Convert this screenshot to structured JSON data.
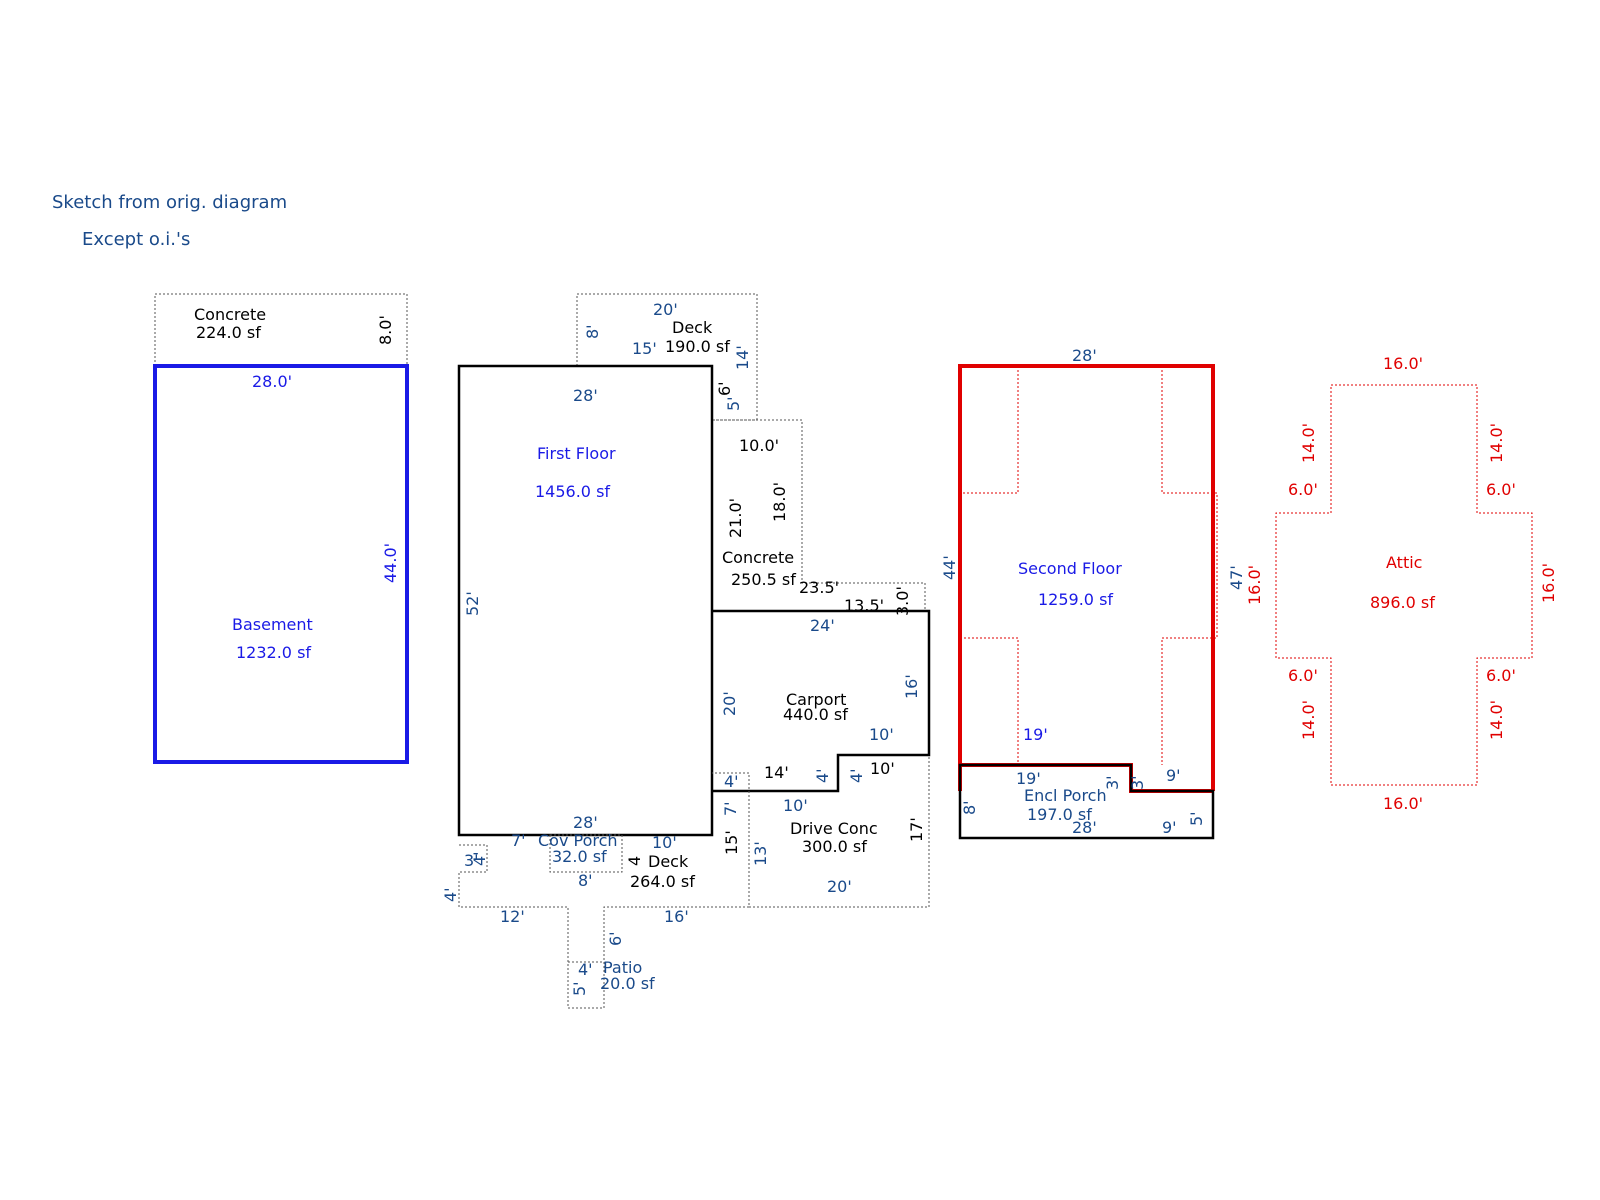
{
  "notes": {
    "line1": "Sketch from orig. diagram",
    "line2": "Except o.i.'s"
  },
  "colors": {
    "blue": "#1a1ae6",
    "dim_blue": "#1a4a8a",
    "red": "#e00000",
    "black": "#000000"
  },
  "areas": {
    "basement": {
      "name": "Basement",
      "area": "1232.0 sf"
    },
    "basement_concrete": {
      "name": "Concrete",
      "area": "224.0 sf"
    },
    "first_floor": {
      "name": "First Floor",
      "area": "1456.0 sf"
    },
    "deck_top": {
      "name": "Deck",
      "area": "190.0 sf"
    },
    "concrete_side": {
      "name": "Concrete",
      "area": "250.5 sf"
    },
    "carport": {
      "name": "Carport",
      "area": "440.0 sf"
    },
    "cov_porch": {
      "name": "Cov Porch",
      "area": "32.0 sf"
    },
    "deck_bottom": {
      "name": "Deck",
      "area": "264.0 sf"
    },
    "drive_conc": {
      "name": "Drive Conc",
      "area": "300.0 sf"
    },
    "patio": {
      "name": "Patio",
      "area": "20.0 sf"
    },
    "second_floor": {
      "name": "Second Floor",
      "area": "1259.0 sf"
    },
    "encl_porch": {
      "name": "Encl Porch",
      "area": "197.0 sf"
    },
    "attic": {
      "name": "Attic",
      "area": "896.0 sf"
    }
  },
  "dimensions": {
    "basement": {
      "top": "28.0'",
      "right": "44.0'",
      "concrete_side": "8.0'"
    },
    "first_floor": {
      "top": "28'",
      "bottom": "28'",
      "left": "52'",
      "deck_20": "20'",
      "deck_8": "8'",
      "deck_15": "15'",
      "deck_14": "14'",
      "deck_6": "6'",
      "deck_5": "5'",
      "conc_10": "10.0'",
      "conc_21": "21.0'",
      "conc_18": "18.0'",
      "conc_23_5": "23.5'",
      "conc_13_5": "13.5'",
      "conc_3": "3.0'"
    },
    "carport": {
      "top": "24'",
      "right": "16'",
      "left": "20'",
      "inner_10": "10'",
      "notch_4a": "4'",
      "notch_4b": "4'",
      "notch_10": "10'",
      "bottom_14": "14'",
      "left_4": "4'"
    },
    "lower": {
      "cp_7": "7'",
      "cp_10": "10'",
      "cp_8": "8'",
      "cp_4": "4",
      "deck_3": "3'",
      "deck_4a": "4'",
      "deck_4b": "4'",
      "deck_12": "12'",
      "deck_16": "16'",
      "deck_15": "15'",
      "deck_7": "7'",
      "deck_6": "6'",
      "drive_10": "10'",
      "drive_13": "13'",
      "drive_17": "17'",
      "drive_20": "20'",
      "patio_4": "4'",
      "patio_5": "5'"
    },
    "second_floor": {
      "top": "28'",
      "left": "44'",
      "right": "47'",
      "inner_19": "19'",
      "porch_19": "19'",
      "porch_3a": "3'",
      "porch_3b": "3'",
      "porch_9a": "9'",
      "porch_8": "8'",
      "porch_28": "28'",
      "porch_9b": "9'",
      "porch_5": "5'"
    },
    "attic": {
      "top": "16.0'",
      "bottom": "16.0'",
      "left": "16.0'",
      "right": "16.0'",
      "ul14": "14.0'",
      "ur14": "14.0'",
      "ul6": "6.0'",
      "ur6": "6.0'",
      "ll6": "6.0'",
      "lr6": "6.0'",
      "ll14": "14.0'",
      "lr14": "14.0'"
    }
  }
}
